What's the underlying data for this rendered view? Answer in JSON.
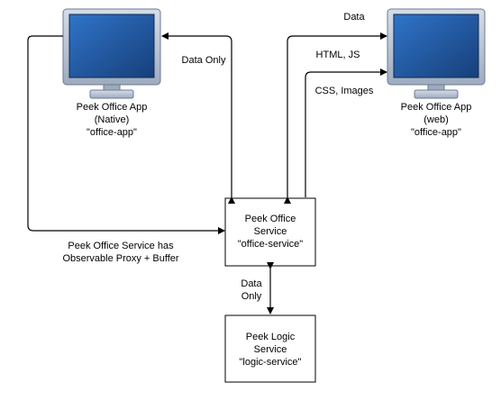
{
  "nodes": {
    "native_app": {
      "lines": [
        "Peek Office App",
        "(Native)",
        "\"office-app\""
      ]
    },
    "web_app": {
      "lines": [
        "Peek Office App",
        "(web)",
        "\"office-app\""
      ]
    },
    "office_service": {
      "lines": [
        "Peek Office",
        "Service",
        "\"office-service\""
      ]
    },
    "logic_service": {
      "lines": [
        "Peek Logic",
        "Service",
        "\"logic-service\""
      ]
    }
  },
  "edge_labels": {
    "native_data_only": "Data Only",
    "web_data": "Data",
    "web_html_js": "HTML, JS",
    "web_css_images": "CSS, Images",
    "proxy_note": [
      "Peek Office Service has",
      "Observable Proxy + Buffer"
    ],
    "logic_data_only": [
      "Data",
      "Only"
    ]
  },
  "colors": {
    "monitor_frame": "#b8c4d6",
    "monitor_screen": "#1f5aa6",
    "stroke": "#000000"
  },
  "icons": [
    "computer-monitor-icon"
  ]
}
